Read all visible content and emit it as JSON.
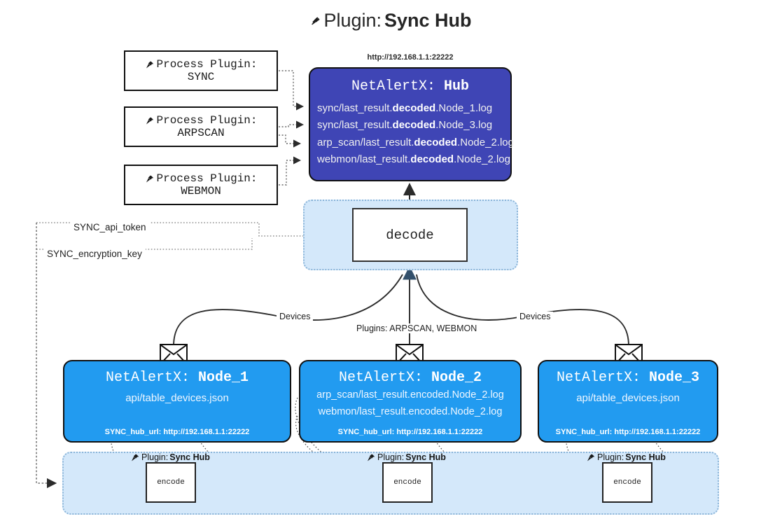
{
  "title": {
    "icon": "plug-icon",
    "prefix": "Plugin:",
    "name": "Sync Hub"
  },
  "process_plugins": [
    {
      "label": "Process Plugin:",
      "value": "SYNC"
    },
    {
      "label": "Process Plugin:",
      "value": "ARPSCAN"
    },
    {
      "label": "Process Plugin:",
      "value": "WEBMON"
    }
  ],
  "hub": {
    "url": "http://192.168.1.1:22222",
    "title_prefix": "NetAlertX:",
    "title_name": "Hub",
    "rows": [
      {
        "pre": "sync/last_result.",
        "em": "decoded",
        "post": ".Node_1.log"
      },
      {
        "pre": "sync/last_result.",
        "em": "decoded",
        "post": ".Node_3.log"
      },
      {
        "pre": "arp_scan/last_result.",
        "em": "decoded",
        "post": ".Node_2.log"
      },
      {
        "pre": "webmon/last_result.",
        "em": "decoded",
        "post": ".Node_2.log"
      }
    ]
  },
  "decode": {
    "label": "decode"
  },
  "keys": [
    {
      "label": "SYNC_api_token"
    },
    {
      "label": "SYNC_encryption_key"
    }
  ],
  "edge_labels": {
    "devices_left": "Devices",
    "devices_right": "Devices",
    "plugins_center": "Plugins: ARPSCAN, WEBMON"
  },
  "nodes": [
    {
      "title_prefix": "NetAlertX:",
      "title_name": "Node_1",
      "lines": [
        "api/table_devices.json"
      ],
      "footer": "SYNC_hub_url: http://192.168.1.1:22222"
    },
    {
      "title_prefix": "NetAlertX:",
      "title_name": "Node_2",
      "lines": [
        "arp_scan/last_result.encoded.Node_2.log",
        "webmon/last_result.encoded.Node_2.log"
      ],
      "footer": "SYNC_hub_url: http://192.168.1.1:22222"
    },
    {
      "title_prefix": "NetAlertX:",
      "title_name": "Node_3",
      "lines": [
        "api/table_devices.json"
      ],
      "footer": "SYNC_hub_url: http://192.168.1.1:22222"
    }
  ],
  "encoders": [
    {
      "plugin_prefix": "Plugin:",
      "plugin_name": "Sync Hub",
      "label": "encode"
    },
    {
      "plugin_prefix": "Plugin:",
      "plugin_name": "Sync Hub",
      "label": "encode"
    },
    {
      "plugin_prefix": "Plugin:",
      "plugin_name": "Sync Hub",
      "label": "encode"
    }
  ],
  "colors": {
    "hub": "#3f45b5",
    "node": "#229bf0",
    "band": "#d4e8fa",
    "band_border": "#8ab4d8",
    "line": "#333333"
  }
}
